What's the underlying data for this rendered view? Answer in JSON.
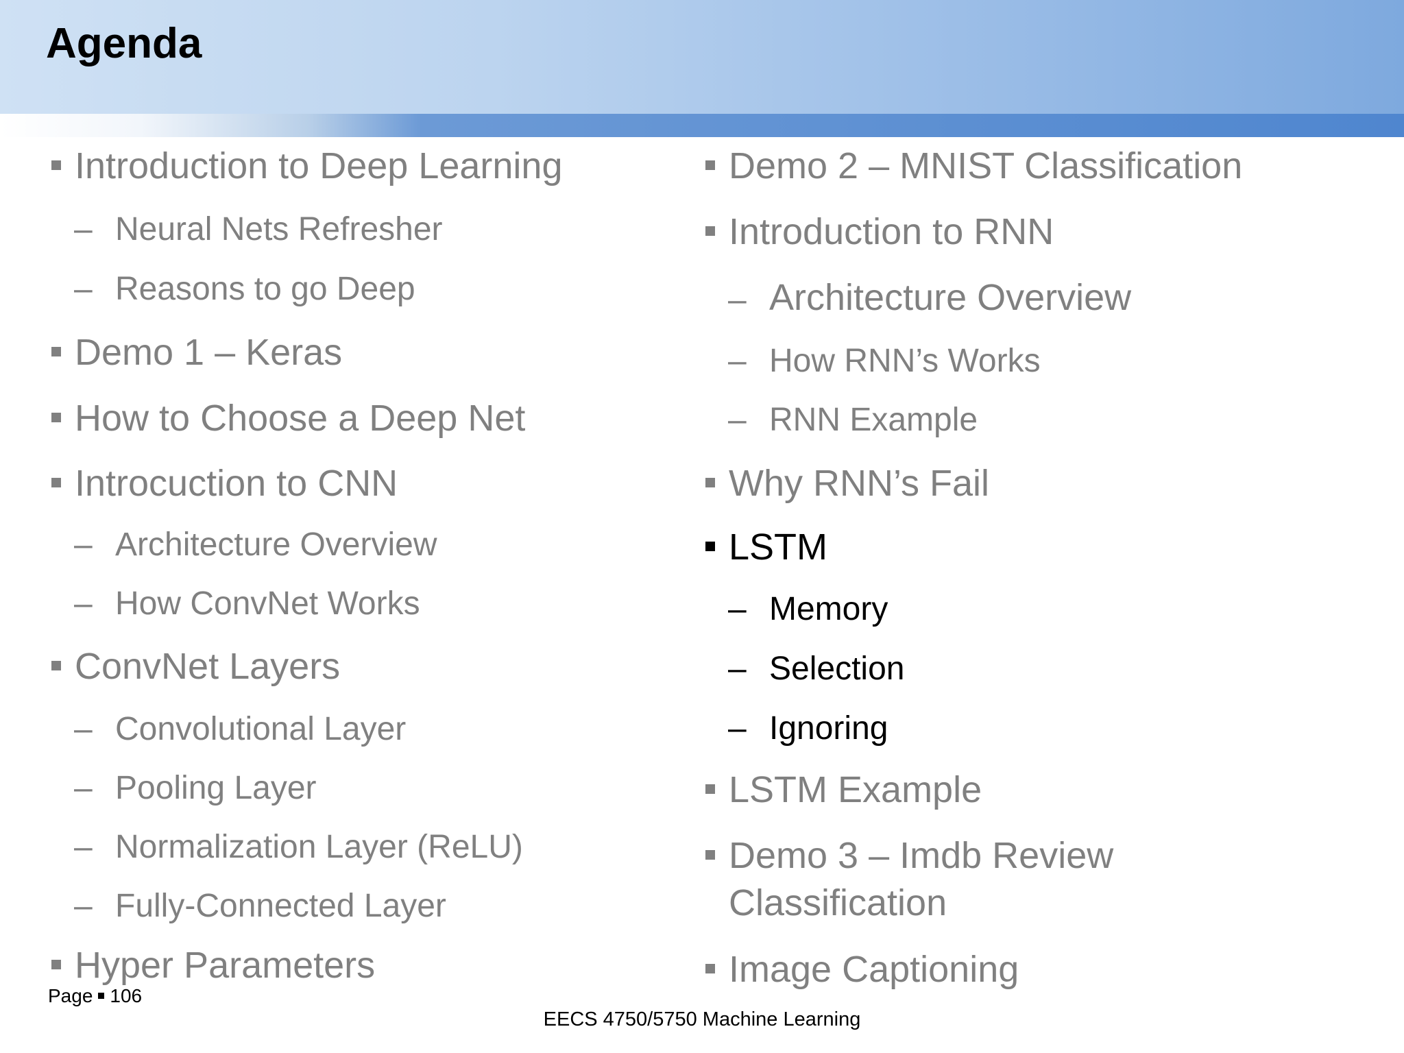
{
  "slide": {
    "title": "Agenda",
    "left": [
      {
        "text": "Introduction to Deep Learning",
        "level": 1
      },
      {
        "text": "Neural Nets Refresher",
        "level": 2
      },
      {
        "text": "Reasons to go Deep",
        "level": 2
      },
      {
        "text": "Demo 1 – Keras",
        "level": 1
      },
      {
        "text": "How to Choose a Deep Net",
        "level": 1
      },
      {
        "text": "Introcuction to CNN",
        "level": 1
      },
      {
        "text": "Architecture Overview",
        "level": 2
      },
      {
        "text": "How ConvNet Works",
        "level": 2
      },
      {
        "text": "ConvNet Layers",
        "level": 1
      },
      {
        "text": "Convolutional Layer",
        "level": 2
      },
      {
        "text": "Pooling Layer",
        "level": 2
      },
      {
        "text": "Normalization Layer (ReLU)",
        "level": 2
      },
      {
        "text": "Fully-Connected Layer",
        "level": 2
      },
      {
        "text": "Hyper Parameters",
        "level": 1
      }
    ],
    "right": [
      {
        "text": "Demo 2 – MNIST Classification",
        "level": 1
      },
      {
        "text": "Introduction to RNN",
        "level": 1
      },
      {
        "text": "Architecture Overview",
        "level": 2,
        "large": true
      },
      {
        "text": "How RNN’s Works",
        "level": 2
      },
      {
        "text": "RNN Example",
        "level": 2
      },
      {
        "text": "Why RNN’s Fail",
        "level": 1
      },
      {
        "text": "LSTM",
        "level": 1,
        "active": true
      },
      {
        "text": "Memory",
        "level": 2,
        "active": true
      },
      {
        "text": "Selection",
        "level": 2,
        "active": true
      },
      {
        "text": "Ignoring",
        "level": 2,
        "active": true
      },
      {
        "text": "LSTM Example",
        "level": 1
      },
      {
        "text": "Demo 3 – Imdb Review",
        "level": 1
      },
      {
        "text": "Classification",
        "level": 1,
        "continuation": true
      },
      {
        "text": "Image Captioning",
        "level": 1
      }
    ],
    "footer": {
      "page_label": "Page",
      "page_number": "106",
      "course": "EECS 4750/5750 Machine Learning"
    },
    "colors": {
      "inactive_text": "#808080",
      "active_text": "#000000"
    }
  }
}
